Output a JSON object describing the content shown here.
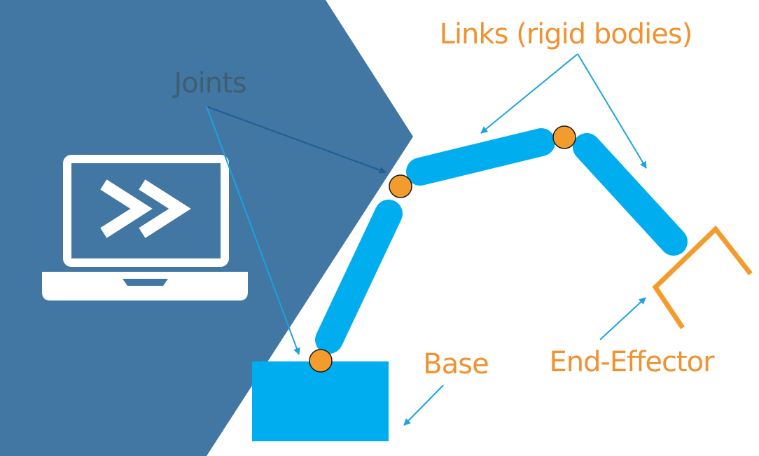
{
  "labels": {
    "joints": "Joints",
    "links": "Links (rigid bodies)",
    "base": "Base",
    "end_effector": "End-Effector"
  },
  "colors": {
    "panel": "#4276a3",
    "link": "#00adef",
    "joint": "#f39c2e",
    "accent_label": "#f0922f",
    "joints_label": "#3f5e70",
    "arrow": "#1aa3e0",
    "dark_arrow": "#1e5f96",
    "icon": "#ffffff"
  },
  "icons": {
    "computer": "laptop-fast-forward-icon"
  }
}
